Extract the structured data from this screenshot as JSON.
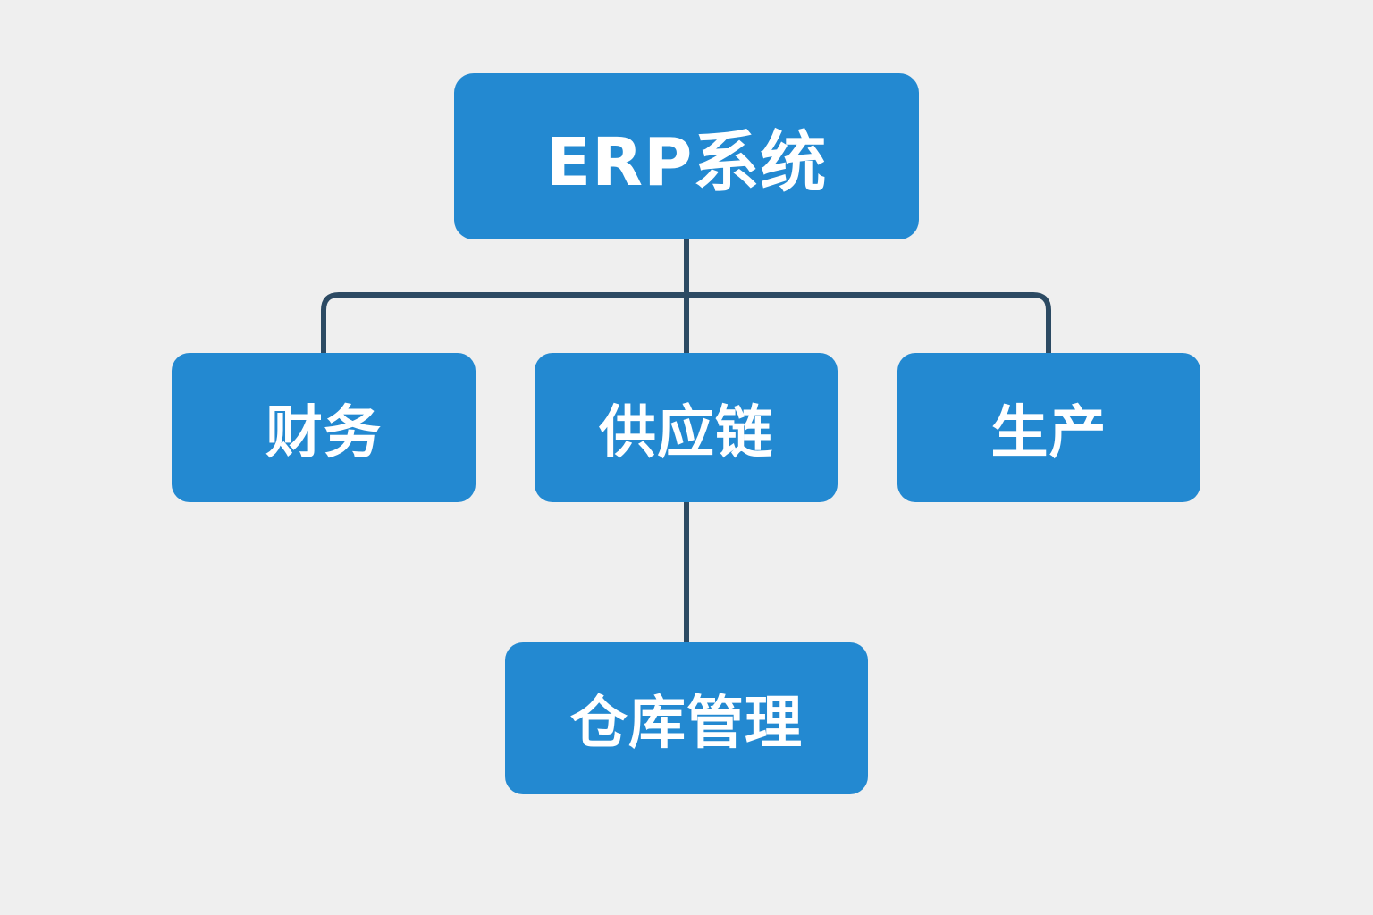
{
  "colors": {
    "background": "#efefef",
    "node_fill": "#2389d1",
    "connector": "#2c4a63",
    "text": "#ffffff"
  },
  "diagram": {
    "root": {
      "label": "ERP系统"
    },
    "children": [
      {
        "label": "财务"
      },
      {
        "label": "供应链"
      },
      {
        "label": "生产"
      }
    ],
    "grandchild": {
      "label": "仓库管理"
    }
  }
}
